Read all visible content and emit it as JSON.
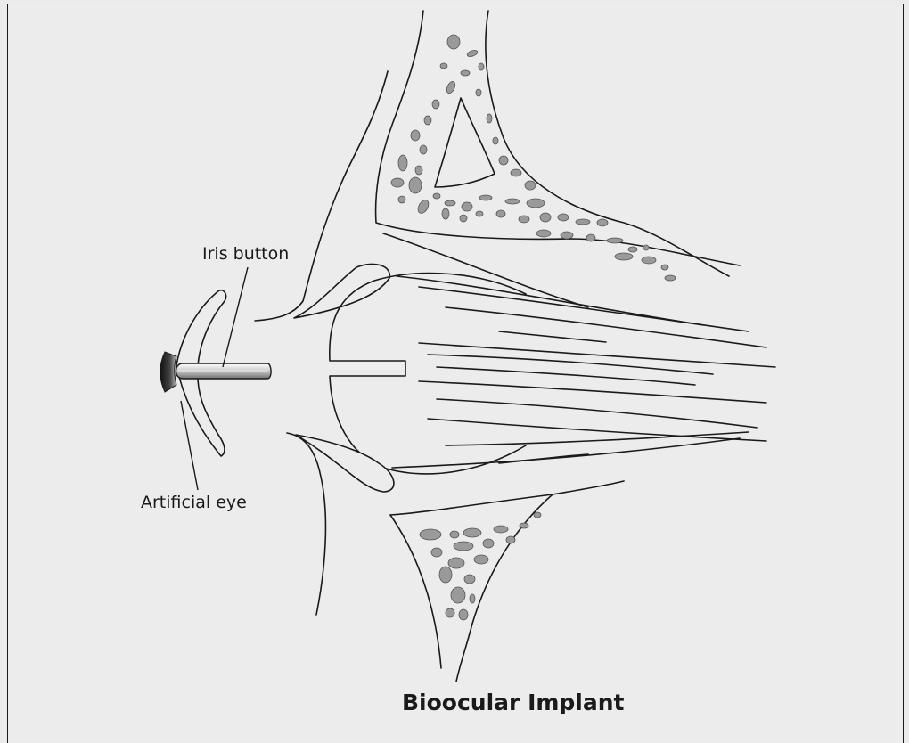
{
  "title": "Bioocular Implant",
  "labels": {
    "iris_button": "Iris button",
    "artificial_eye": "Artificial eye"
  },
  "colors": {
    "background": "#ececec",
    "line": "#1a1a1a",
    "bone_spot": "#9a9a9a",
    "rod_metal": "#a8a8a8"
  }
}
